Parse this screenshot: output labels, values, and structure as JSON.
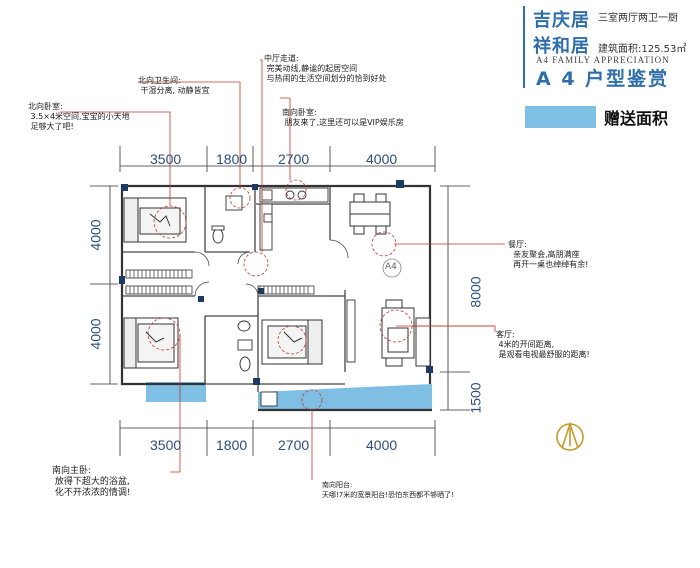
{
  "header": {
    "brand_line1": "吉庆居",
    "brand_line2": "祥和居",
    "layout_desc": "三室两厅两卫一厨",
    "area_text": "建筑面积:125.53㎡",
    "english_sub": "A4 FAMILY APPRECIATION",
    "model_title": "A 4 户型鉴赏",
    "legend_label": "赠送面积",
    "legend_color": "#7fbfe3"
  },
  "plan": {
    "unit_tag": "A4",
    "top_dims": [
      "3500",
      "1800",
      "2700",
      "4000"
    ],
    "bottom_dims": [
      "3500",
      "1800",
      "2700",
      "4000"
    ],
    "left_dims": [
      "4000",
      "4000"
    ],
    "right_dims": [
      "8000",
      "1500"
    ]
  },
  "notes": {
    "north_bedroom": "北向卧室:\n 3.5×4米空间,宝宝的小天地\n 足够大了吧!",
    "north_bath": "北向卫生间:\n 干湿分离, 动静皆宜",
    "hallway": "中厅走道:\n 完美动线,静谧的起居空间\n 与热闹的生活空间划分的恰到好处",
    "south_bedroom": "南向卧室:\n 朋友来了,这里还可以是VIP娱乐房",
    "dining": "餐厅:\n  亲友聚会,高朋满座\n  再开一桌也绰绰有余!",
    "living": "客厅:\n 4米的开间距离,\n 是观看电视最舒服的距离!",
    "master_bedroom": "南向主卧:\n 放得下超大的浴盆,\n 化不开浓浓的情调!",
    "balcony": "南向阳台:\n天哪!7米的宽景阳台!恐怕东西都不够晒了!"
  }
}
